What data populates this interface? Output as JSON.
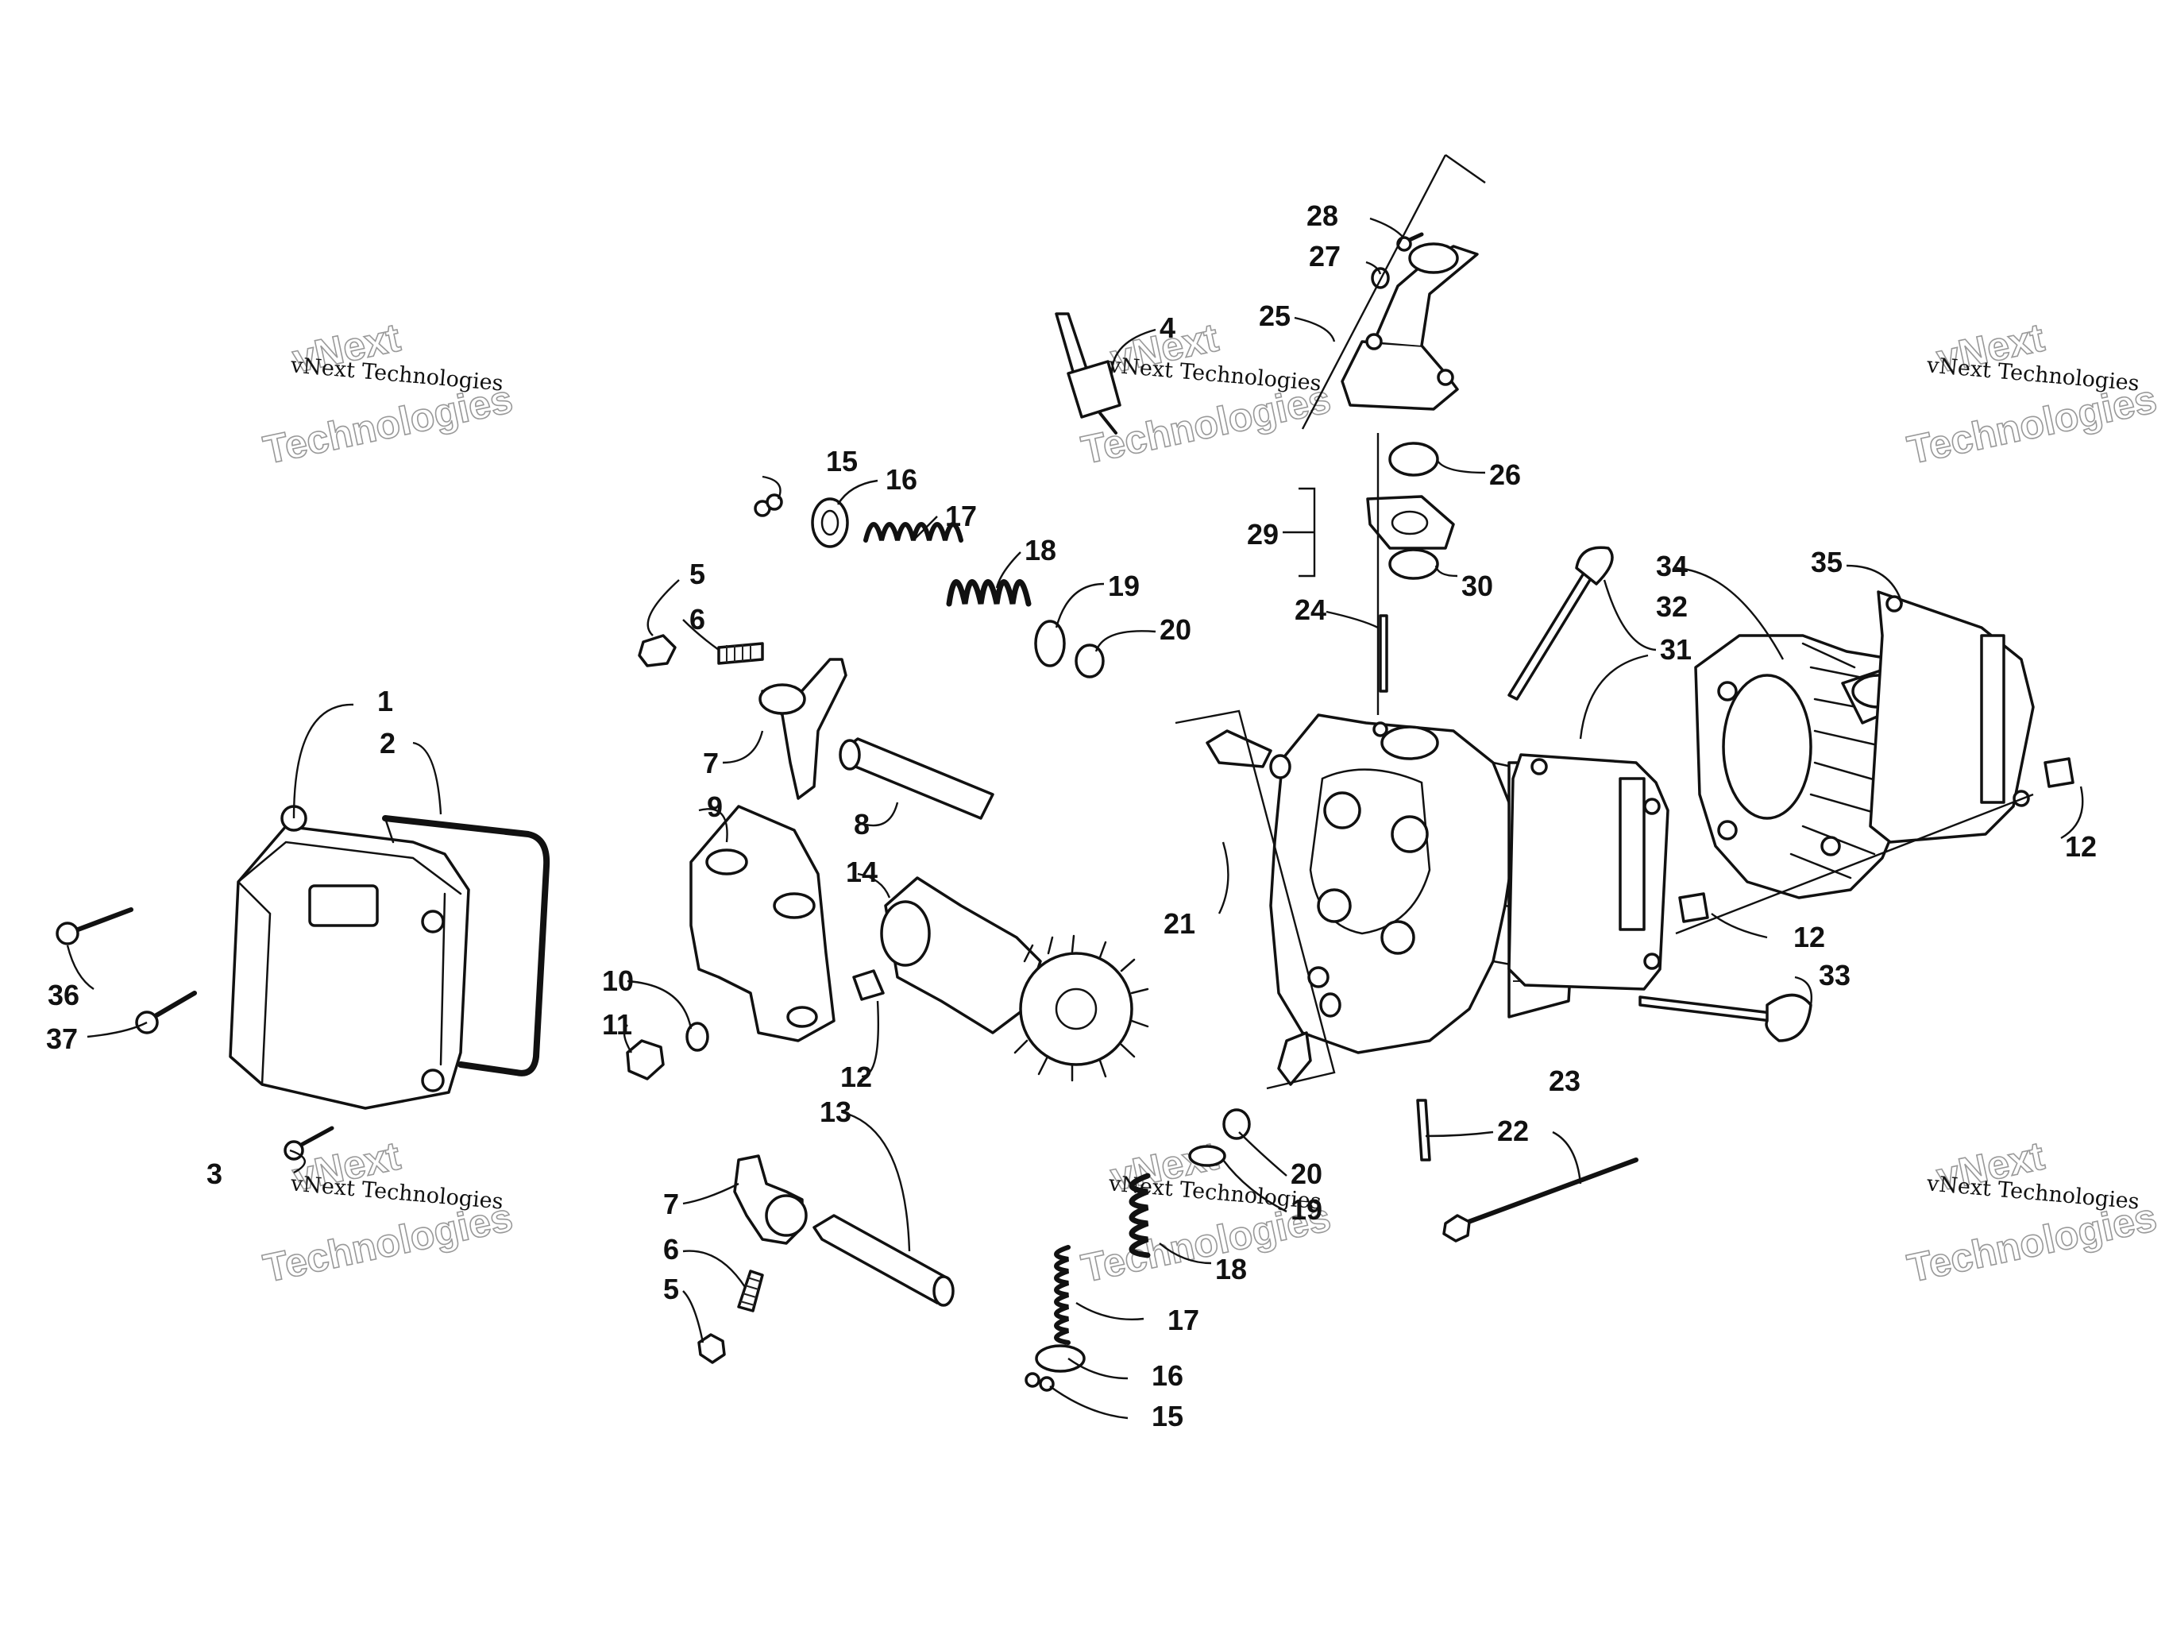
{
  "diagram": {
    "callouts": [
      {
        "id": "c1",
        "text": "1"
      },
      {
        "id": "c2",
        "text": "2"
      },
      {
        "id": "c3",
        "text": "3"
      },
      {
        "id": "c4",
        "text": "4"
      },
      {
        "id": "c5a",
        "text": "5"
      },
      {
        "id": "c5b",
        "text": "5"
      },
      {
        "id": "c6a",
        "text": "6"
      },
      {
        "id": "c6b",
        "text": "6"
      },
      {
        "id": "c7a",
        "text": "7"
      },
      {
        "id": "c7b",
        "text": "7"
      },
      {
        "id": "c8",
        "text": "8"
      },
      {
        "id": "c9",
        "text": "9"
      },
      {
        "id": "c10",
        "text": "10"
      },
      {
        "id": "c11",
        "text": "11"
      },
      {
        "id": "c12a",
        "text": "12"
      },
      {
        "id": "c12b",
        "text": "12"
      },
      {
        "id": "c12c",
        "text": "12"
      },
      {
        "id": "c13",
        "text": "13"
      },
      {
        "id": "c14",
        "text": "14"
      },
      {
        "id": "c15a",
        "text": "15"
      },
      {
        "id": "c15b",
        "text": "15"
      },
      {
        "id": "c16a",
        "text": "16"
      },
      {
        "id": "c16b",
        "text": "16"
      },
      {
        "id": "c17a",
        "text": "17"
      },
      {
        "id": "c17b",
        "text": "17"
      },
      {
        "id": "c18a",
        "text": "18"
      },
      {
        "id": "c18b",
        "text": "18"
      },
      {
        "id": "c19a",
        "text": "19"
      },
      {
        "id": "c19b",
        "text": "19"
      },
      {
        "id": "c20a",
        "text": "20"
      },
      {
        "id": "c20b",
        "text": "20"
      },
      {
        "id": "c21",
        "text": "21"
      },
      {
        "id": "c22",
        "text": "22"
      },
      {
        "id": "c23",
        "text": "23"
      },
      {
        "id": "c24",
        "text": "24"
      },
      {
        "id": "c25",
        "text": "25"
      },
      {
        "id": "c26",
        "text": "26"
      },
      {
        "id": "c27",
        "text": "27"
      },
      {
        "id": "c28",
        "text": "28"
      },
      {
        "id": "c29",
        "text": "29"
      },
      {
        "id": "c30",
        "text": "30"
      },
      {
        "id": "c31",
        "text": "31"
      },
      {
        "id": "c32",
        "text": "32"
      },
      {
        "id": "c33",
        "text": "33"
      },
      {
        "id": "c34",
        "text": "34"
      },
      {
        "id": "c35",
        "text": "35"
      },
      {
        "id": "c36",
        "text": "36"
      },
      {
        "id": "c37",
        "text": "37"
      }
    ],
    "watermark": {
      "brand": "vNext",
      "line": "vNext Technologies",
      "word": "Technologies"
    }
  }
}
